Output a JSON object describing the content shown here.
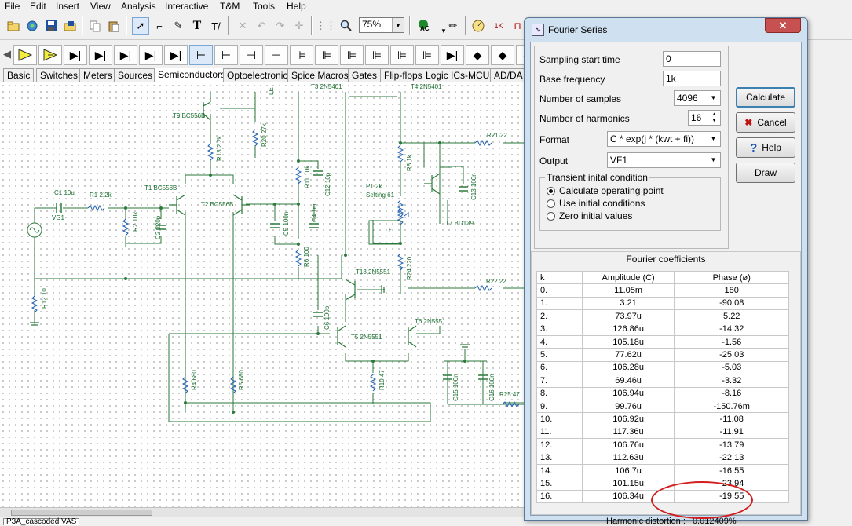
{
  "menu": [
    "File",
    "Edit",
    "Insert",
    "View",
    "Analysis",
    "Interactive",
    "T&M",
    "Tools",
    "Help"
  ],
  "toolbar": {
    "zoom": "75%",
    "ac_label": "AC",
    "icons": [
      "new-icon",
      "open-icon",
      "save-icon",
      "save-folder-icon",
      "copy-icon",
      "paste-icon",
      "select-arrow-icon",
      "wire-icon",
      "pen-icon",
      "text-icon",
      "graph-text-icon",
      "delete-icon",
      "undo-icon",
      "redo-icon",
      "junction-icon",
      "grid-icon",
      "zoom-icon",
      "ac-source-icon",
      "probe-icon",
      "meter-icon",
      "resistor-meter-icon"
    ]
  },
  "component_tabs": [
    "Basic",
    "Switches",
    "Meters",
    "Sources",
    "Semiconductors",
    "Optoelectronic",
    "Spice Macros",
    "Gates",
    "Flip-flops",
    "Logic ICs-MCUs",
    "AD/DA"
  ],
  "active_tab": "Semiconductors",
  "schematic": {
    "labels": [
      "T9 BC556B",
      "R20 27k",
      "R13 2.2k",
      "T1 BC556B",
      "T2 BC556B",
      "C1 10u",
      "R1 2.2k",
      "VG1",
      "R2 10k",
      "C2 220p",
      "R12 10",
      "R11 10k",
      "C12 10p",
      "C5 100n",
      "C4 1m",
      "R6 100",
      "C6 100p",
      "T3 2N5401",
      "T4 2N5401",
      "P1 2k",
      "Setting 61",
      "R8 1k",
      "R21 22",
      "C13 100n",
      "T7 BD139",
      "R24 220",
      "R22 22",
      "T13 2N5551",
      "T5 2N5551",
      "T6 2N5551",
      "R4 680",
      "R5 680",
      "R10 47",
      "C15 100n",
      "C16 100n",
      "R25 47",
      "LE"
    ],
    "sheet_tab": "P3A_cascoded VAS"
  },
  "dialog": {
    "title": "Fourier Series",
    "close": "✕",
    "fields": {
      "sampling_start_time": {
        "label": "Sampling start time",
        "value": "0"
      },
      "base_frequency": {
        "label": "Base frequency",
        "value": "1k"
      },
      "number_of_samples": {
        "label": "Number of samples",
        "value": "4096"
      },
      "number_of_harmonics": {
        "label": "Number of harmonics",
        "value": "16"
      },
      "format": {
        "label": "Format",
        "value": "C * exp(j * (kwt + fi))"
      },
      "output": {
        "label": "Output",
        "value": "VF1"
      }
    },
    "transient": {
      "title": "Transient inital condition",
      "options": [
        "Calculate operating point",
        "Use initial conditions",
        "Zero initial values"
      ],
      "selected": 0
    },
    "buttons": {
      "calculate": "Calculate",
      "cancel": "Cancel",
      "help": "Help",
      "draw": "Draw"
    },
    "coefficients": {
      "title": "Fourier coefficients",
      "headers": [
        "k",
        "Amplitude (C)",
        "Phase (ø)"
      ],
      "rows": [
        [
          "0.",
          "11.05m",
          "180"
        ],
        [
          "1.",
          "3.21",
          "-90.08"
        ],
        [
          "2.",
          "73.97u",
          "5.22"
        ],
        [
          "3.",
          "126.86u",
          "-14.32"
        ],
        [
          "4.",
          "105.18u",
          "-1.56"
        ],
        [
          "5.",
          "77.62u",
          "-25.03"
        ],
        [
          "6.",
          "106.28u",
          "-5.03"
        ],
        [
          "7.",
          "69.46u",
          "-3.32"
        ],
        [
          "8.",
          "106.94u",
          "-8.16"
        ],
        [
          "9.",
          "99.76u",
          "-150.76m"
        ],
        [
          "10.",
          "106.92u",
          "-11.08"
        ],
        [
          "11.",
          "117.36u",
          "-11.91"
        ],
        [
          "12.",
          "106.76u",
          "-13.79"
        ],
        [
          "13.",
          "112.63u",
          "-22.13"
        ],
        [
          "14.",
          "106.7u",
          "-16.55"
        ],
        [
          "15.",
          "101.15u",
          "-23.94"
        ],
        [
          "16.",
          "106.34u",
          "-19.55"
        ]
      ]
    },
    "harmonic_distortion": {
      "label": "Harmonic distortion :",
      "value": "0.012409%"
    }
  },
  "colors": {
    "highlight_ellipse": "#d21e1e",
    "wire": "#2a7a3a",
    "component": "#1f7a34"
  }
}
